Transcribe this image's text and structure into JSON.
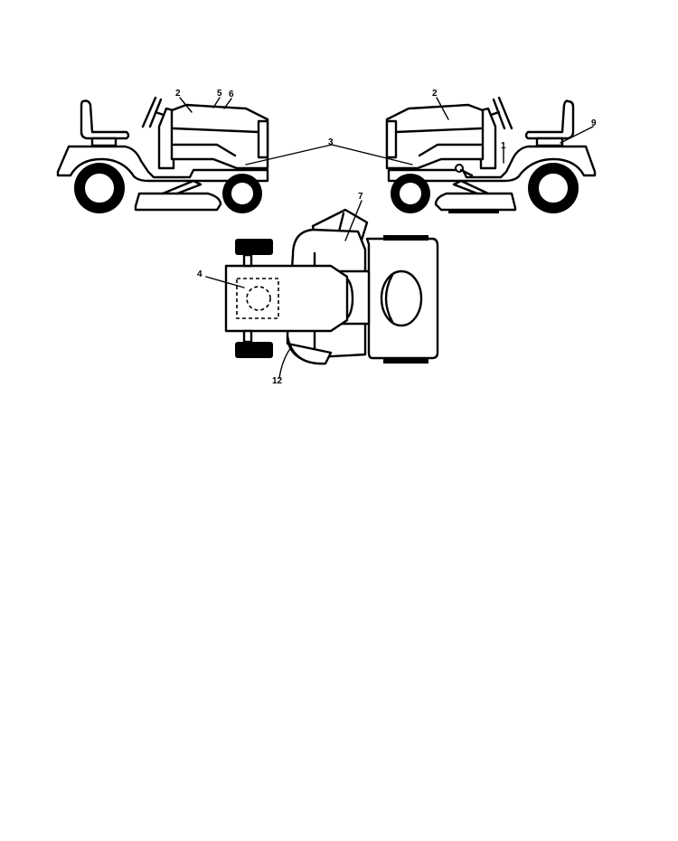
{
  "diagram": {
    "callouts": {
      "c1": "1",
      "c2_left": "2",
      "c2_right": "2",
      "c3": "3",
      "c4": "4",
      "c5": "5",
      "c6": "6",
      "c7": "7",
      "c9": "9",
      "c12": "12"
    },
    "colors": {
      "ink": "#000000",
      "paper": "#ffffff"
    }
  }
}
